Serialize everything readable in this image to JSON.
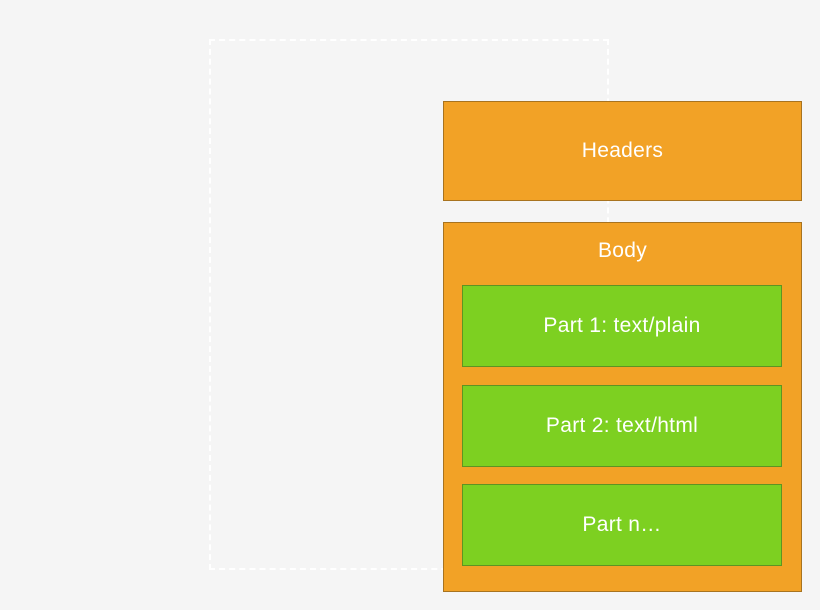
{
  "diagram": {
    "type": "nested-box-diagram",
    "subject": "email-mime-message-structure",
    "headers_label": "Headers",
    "body_label": "Body",
    "parts": [
      {
        "label": "Part 1: text/plain"
      },
      {
        "label": "Part 2: text/html"
      },
      {
        "label": "Part n…"
      }
    ],
    "colors": {
      "page_background": "#f5f5f5",
      "dashed_border": "#ffffff",
      "orange_fill": "#f2a226",
      "orange_border": "#a8731f",
      "green_fill": "#7dd021",
      "green_border": "#5e9423",
      "text": "#ffffff"
    }
  }
}
